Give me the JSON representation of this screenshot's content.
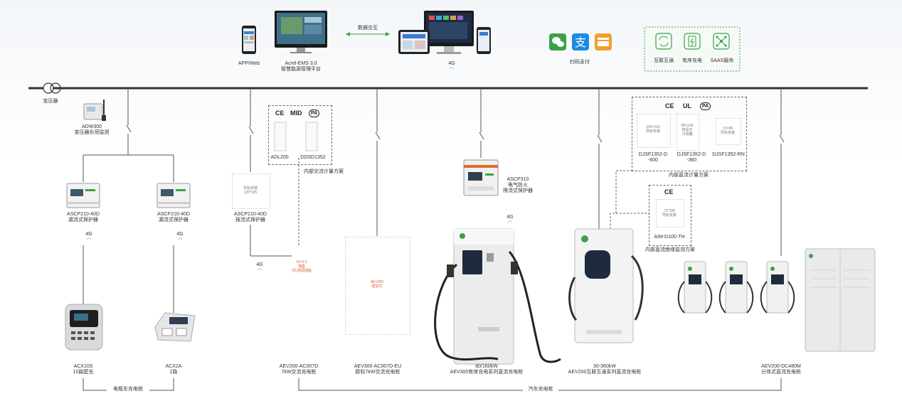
{
  "colors": {
    "line": "#333333",
    "accent_green": "#3aa14a",
    "screen": "#1d2b3d",
    "wifi": "#2a7bd4"
  },
  "platform": {
    "app_label": "APP/Web",
    "ems_line1": "Acrel-EMS 3.0",
    "ems_line2": "智慧能源管理平台",
    "exchange_label": "数据交互",
    "fourg_label": "4G",
    "pay_label": "扫码支付",
    "pay_icons": [
      "wechat-pay-icon",
      "alipay-icon",
      "card-pay-icon"
    ],
    "features": [
      "互联互通",
      "有序充电",
      "SAAS服务"
    ]
  },
  "grid": {
    "transformer_label": "变压器"
  },
  "adw": {
    "line1": "ADW300",
    "line2": "变压器负荷监测"
  },
  "protectors": [
    {
      "line1": "ASCP210-40D",
      "line2": "漏流式保护器"
    },
    {
      "line1": "ASCP210-40D",
      "line2": "漏流式保护器"
    },
    {
      "line1": "ASCP210-40D",
      "line2": "报流式保护器"
    }
  ],
  "fourg": [
    "4G",
    "4G",
    "4G",
    "4G"
  ],
  "ac_meters": {
    "certs": [
      "CE",
      "MID",
      "PA"
    ],
    "m1": "ADL200",
    "m2": "DDSD1352",
    "caption": "内部交流计量方案"
  },
  "ascp310": {
    "line1": "ASCP310",
    "line2": "电气防火",
    "line3": "限流式保护器"
  },
  "dc_meters": {
    "certs": [
      "CE",
      "UL",
      "PA"
    ],
    "items": [
      {
        "tiny1": "105×115",
        "tiny2": "导轨安装",
        "name1": "DJSF1352-D",
        "name2": "-600"
      },
      {
        "tiny1": "58×136",
        "tiny2": "双显示",
        "tiny3": "分流器",
        "name1": "DJSF1352-D",
        "name2": "-360"
      },
      {
        "tiny1": "72×88",
        "tiny2": "导轨安装",
        "name1": "DJSF1352-RN",
        "name2": ""
      }
    ],
    "caption": "内部直流计量方案"
  },
  "imd": {
    "cert": "CE",
    "tiny1": "72*108",
    "tiny2": "导轨安装",
    "name": "AIM-D100-TH",
    "caption": "内部直流绝缘监测方案"
  },
  "placeholders": {
    "p1a": "导轨安装",
    "p1b": "120*105",
    "p2a": "20×2.5",
    "p2b": "插座",
    "p2c": "5孔电源插座",
    "p3a": "AEV300",
    "p3b": "壁挂式"
  },
  "devices": [
    {
      "line1": "ACX10S",
      "line2": "10路壁充"
    },
    {
      "line1": "ACX2A",
      "line2": "2路"
    },
    {
      "line1": "AEV200-AC007D",
      "line2": "7kW交流充电桩"
    },
    {
      "line1": "AEV300-AC007D-EU",
      "line2": "欧标7kW交流充电桩"
    },
    {
      "line1": "80/160kW",
      "line2": "AEV300有序充电系列直流充电桩"
    },
    {
      "line1": "30-360kW",
      "line2": "AEV200互联互通系列直流充电桩"
    },
    {
      "line1": "AEV200-DC480M",
      "line2": "分体式直流充电桩"
    }
  ],
  "groups": {
    "ebike": "电瓶车充电桩",
    "car": "汽车充电桩"
  }
}
